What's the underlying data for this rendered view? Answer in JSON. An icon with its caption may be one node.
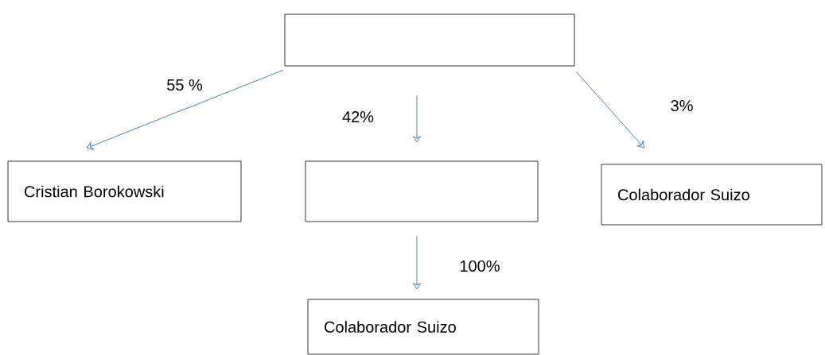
{
  "diagram": {
    "nodes": [
      {
        "text": [],
        "shape": "box"
      },
      {
        "text": [
          "Cristian Borokowski"
        ]
      },
      {
        "text": [],
        "shape": "box"
      },
      {
        "text": [
          "Colaborador Suizo"
        ]
      },
      {
        "text": [
          "Colaborador Suizo"
        ]
      }
    ],
    "edges": [
      {
        "from": 0,
        "to": 1,
        "arrow": "to",
        "label": "55 %"
      },
      {
        "from": 0,
        "to": 2,
        "arrow": "to",
        "label": "42%"
      },
      {
        "from": 0,
        "to": 3,
        "arrow": "to",
        "label": "3%"
      },
      {
        "from": 2,
        "to": 4,
        "arrow": "to",
        "label": "100%"
      }
    ]
  }
}
